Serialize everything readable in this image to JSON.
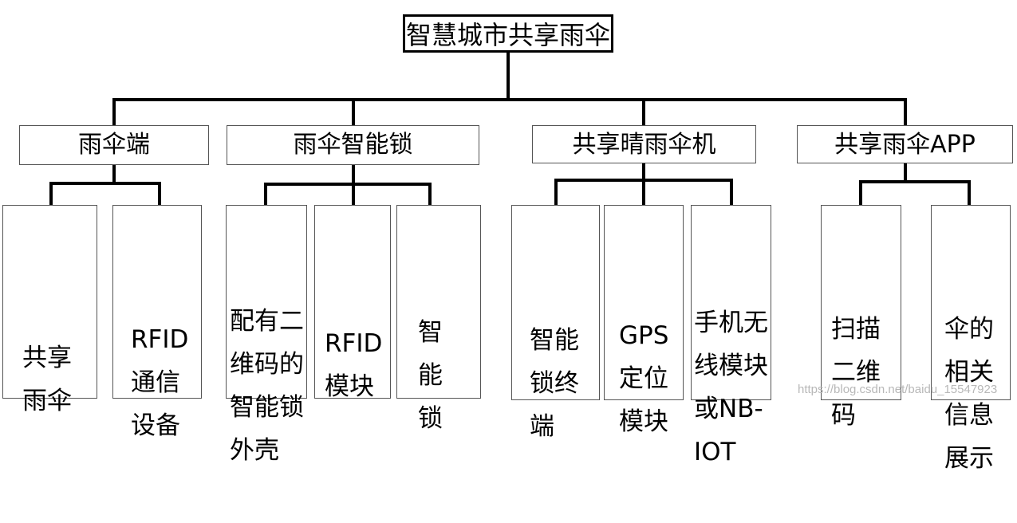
{
  "root": {
    "label": "智慧城市共享雨伞"
  },
  "categories": [
    {
      "label": "雨伞端",
      "children": [
        {
          "label": "共享\n雨伞"
        },
        {
          "label": "RFID\n通信\n设备"
        }
      ]
    },
    {
      "label": "雨伞智能锁",
      "children": [
        {
          "label": "配有二\n维码的\n智能锁\n外壳"
        },
        {
          "label": "RFID\n模块"
        },
        {
          "label": "智\n能\n锁"
        }
      ]
    },
    {
      "label": "共享晴雨伞机",
      "children": [
        {
          "label": "智能\n锁终\n端"
        },
        {
          "label": "GPS\n定位\n模块"
        },
        {
          "label": "手机无\n线模块\n或NB-\nIOT"
        }
      ]
    },
    {
      "label": "共享雨伞APP",
      "children": [
        {
          "label": "扫描\n二维\n码"
        },
        {
          "label": "伞的\n相关\n信息\n展示"
        }
      ]
    }
  ],
  "watermark": "https://blog.csdn.net/baidu_15547923"
}
